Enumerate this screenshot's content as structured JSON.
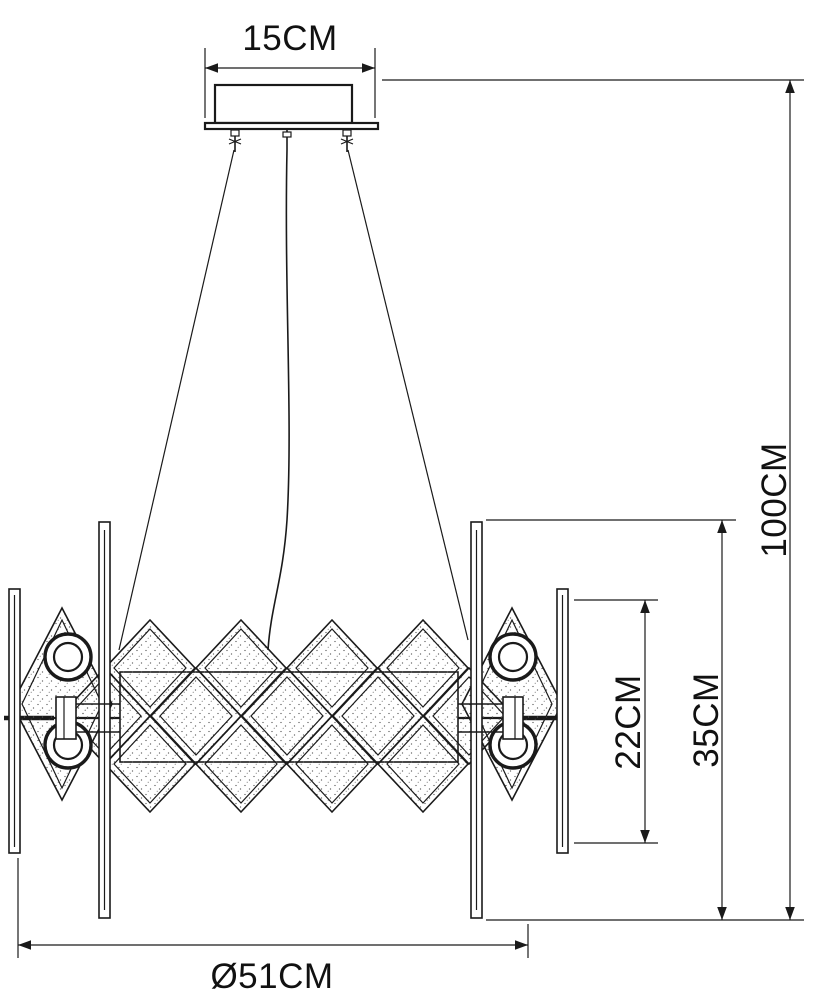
{
  "dimensions": {
    "canopy_width": "15CM",
    "total_height": "100CM",
    "body_height": "35CM",
    "inner_height": "22CM",
    "diameter": "Ø51CM"
  },
  "colors": {
    "line": "#1a1a1a",
    "background": "#ffffff"
  }
}
